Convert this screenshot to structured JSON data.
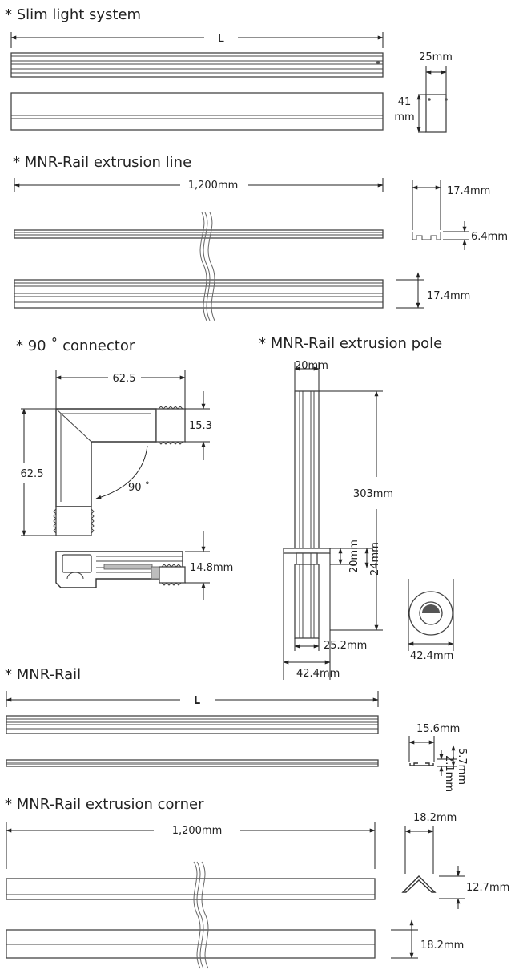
{
  "sections": {
    "slim": {
      "title": "* Slim light system",
      "length": "L",
      "width": "25mm",
      "height_num": "41",
      "height_unit": "mm"
    },
    "extrusion_line": {
      "title": "* MNR-Rail extrusion line",
      "length": "1,200mm",
      "width": "17.4mm",
      "height": "6.4mm",
      "side_height": "17.4mm"
    },
    "connector": {
      "title": "* 90 ˚ connector",
      "width": "62.5",
      "height": "62.5",
      "end_width": "15.3",
      "angle": "90 ˚",
      "profile_height": "14.8mm"
    },
    "pole": {
      "title": "* MNR-Rail extrusion pole",
      "top_width": "20mm",
      "length": "303mm",
      "collar_height": "20mm",
      "base_height": "24mm",
      "inner_width": "25.2mm",
      "outer_width": "42.4mm",
      "disc_diameter": "42.4mm"
    },
    "rail": {
      "title": "* MNR-Rail",
      "length": "L",
      "width": "15.6mm",
      "height_outer": "5.7mm",
      "height_inner": "2.1mm"
    },
    "extrusion_corner": {
      "title": "* MNR-Rail extrusion corner",
      "length": "1,200mm",
      "width": "18.2mm",
      "height": "12.7mm",
      "side_height": "18.2mm"
    }
  }
}
